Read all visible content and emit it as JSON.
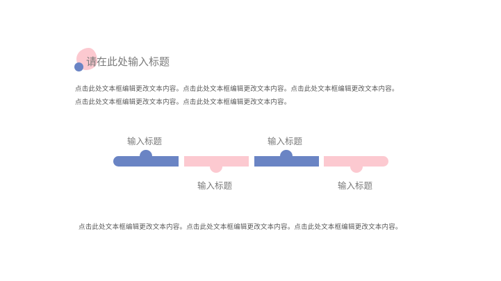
{
  "header": {
    "title": "请在此处输入标题"
  },
  "intro": {
    "line1": "点击此处文本框编辑更改文本内容。点击此处文本框编辑更改文本内容。点击此处文本框编辑更改文本内容。",
    "line2": "点击此处文本框编辑更改文本内容。点击此处文本框编辑更改文本内容。"
  },
  "timeline": {
    "steps": [
      {
        "label": "输入标题",
        "color": "#6a84c4"
      },
      {
        "label": "输入标题",
        "color": "#fcc9d0"
      },
      {
        "label": "输入标题",
        "color": "#6a84c4"
      },
      {
        "label": "输入标题",
        "color": "#fcc9d0"
      }
    ]
  },
  "footer": {
    "text": "点击此处文本框编辑更改文本内容。点击此处文本框编辑更改文本内容。点击此处文本框编辑更改文本内容。"
  }
}
